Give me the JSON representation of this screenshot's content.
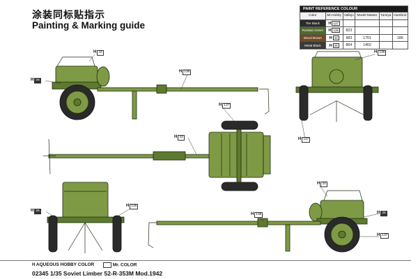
{
  "header": {
    "title_cn": "涂装同标贴指示",
    "title_en": "Painting & Marking guide"
  },
  "reference_table": {
    "title": "PAINT  REFERENCE COLOUR",
    "columns": [
      "Color",
      "Mr.Hobby",
      "Vallejo",
      "Model Master",
      "Tamiya",
      "Humbrol"
    ],
    "rows": [
      {
        "color": "Tire Black",
        "swatch": "#2b2b2b",
        "mrhobby": "137",
        "vallejo": "",
        "model_master": "",
        "tamiya": "",
        "humbrol": ""
      },
      {
        "color": "Russian Green",
        "swatch": "#4e6a2a",
        "mrhobby": "136",
        "vallejo": "823",
        "model_master": "",
        "tamiya": "",
        "humbrol": ""
      },
      {
        "color": "Wood Brown",
        "swatch": "#6e4a26",
        "mrhobby": "43",
        "vallejo": "983",
        "model_master": "1701",
        "tamiya": "",
        "humbrol": "186"
      },
      {
        "color": "Metal Black",
        "swatch": "#3a3a3a",
        "mrhobby": "28",
        "vallejo": "864",
        "model_master": "1402",
        "tamiya": "",
        "humbrol": ""
      }
    ]
  },
  "callouts": {
    "c1": {
      "h": "H",
      "n": "43"
    },
    "c2": {
      "h": "H",
      "n": "28"
    },
    "c3": {
      "h": "H",
      "n": "136"
    },
    "c4": {
      "h": "H",
      "n": "137"
    },
    "c5": {
      "h": "H",
      "n": "43"
    },
    "c6": {
      "h": "H",
      "n": "136"
    },
    "c7": {
      "h": "H",
      "n": "137"
    },
    "c8": {
      "h": "H",
      "n": "28"
    },
    "c9": {
      "h": "H",
      "n": "136"
    },
    "c10": {
      "h": "H",
      "n": "43"
    },
    "c11": {
      "h": "H",
      "n": "28"
    },
    "c12": {
      "h": "H",
      "n": "137"
    },
    "c13": {
      "h": "H",
      "n": "136"
    }
  },
  "legend": {
    "aqueous": "AQUEOUS HOBBY COLOR",
    "mr": "Mr. COLOR"
  },
  "footer": {
    "text": "02345  1/35  Soviet Limber 52-R-353M Mod.1942"
  },
  "colors": {
    "olive": "#7f9a45",
    "olive_dark": "#4f6a26",
    "tire": "#2a2a2a",
    "outline": "#1d2a10"
  }
}
